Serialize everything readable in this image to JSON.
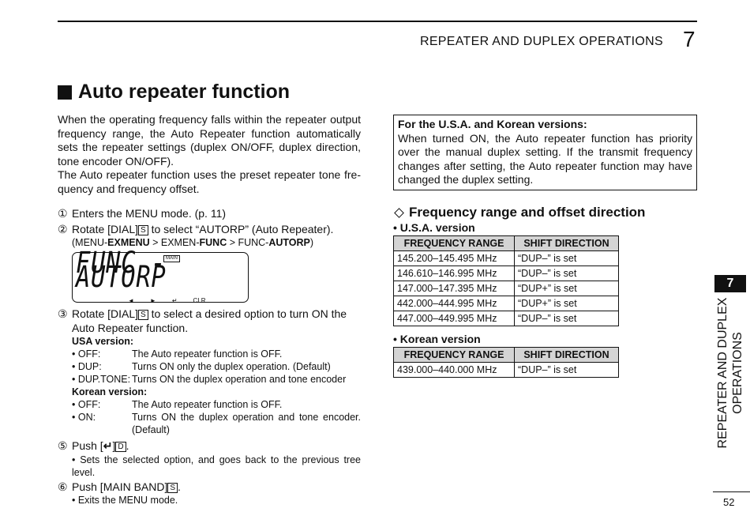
{
  "header": {
    "running_title": "REPEATER AND DUPLEX OPERATIONS",
    "chapter_number": "7"
  },
  "side_tab": {
    "number": "7",
    "line1": "REPEATER AND DUPLEX",
    "line2": "OPERATIONS"
  },
  "page_number": "52",
  "section_title": "Auto repeater function",
  "intro": [
    "When the operating frequency falls within the repeater output frequency range, the Auto Repeater function automatically sets the repeater settings (duplex ON/OFF, duplex direction, tone encoder ON/OFF).",
    "The Auto repeater function uses the preset repeater tone fre-quency and frequency offset."
  ],
  "steps": {
    "s1": {
      "num": "①",
      "text": "Enters the MENU mode. (p. 11)"
    },
    "s2": {
      "num": "②",
      "text_a": "Rotate [DIAL]",
      "key": "S",
      "text_b": " to select “AUTORP” (Auto Repeater).",
      "path_a": "(MENU-",
      "path_b": "EXMENU",
      "path_c": " > EXMEN-",
      "path_d": "FUNC",
      "path_e": " > FUNC-",
      "path_f": "AUTORP",
      "path_g": ")"
    },
    "lcd": {
      "text": "FUNC - AUTORP",
      "tag": "MAIN",
      "keys": [
        "◄",
        "►",
        "↵",
        "CLR"
      ]
    },
    "s3": {
      "num": "③",
      "text_a": "Rotate [DIAL]",
      "key": "S",
      "text_b": " to select a desired option to turn ON the Auto Repeater function."
    },
    "usa_label": "USA version:",
    "usa_options": [
      {
        "k": "• OFF:",
        "v": "The Auto repeater function is OFF."
      },
      {
        "k": "• DUP:",
        "v": "Turns ON only the duplex operation. (Default)"
      },
      {
        "k": "• DUP.TONE:",
        "v": "Turns ON the duplex operation and tone encoder"
      }
    ],
    "korean_label": "Korean version:",
    "korean_options": [
      {
        "k": "• OFF:",
        "v": "The Auto repeater function is OFF."
      },
      {
        "k": "• ON:",
        "v": "Turns ON the duplex operation and tone encoder. (Default)"
      }
    ],
    "s5": {
      "num": "⑤",
      "text_a": "Push [",
      "glyph": "↵",
      "text_b": "]",
      "key": "D",
      "text_c": ".",
      "bullet": "• Sets the selected option, and goes back to the previous tree level."
    },
    "s6": {
      "num": "⑥",
      "text_a": "Push [MAIN BAND]",
      "key": "S",
      "text_b": ".",
      "bullet": "• Exits the MENU mode."
    }
  },
  "notice": {
    "heading": "For the U.S.A. and Korean versions:",
    "body": "When turned ON, the Auto repeater function has priority over the manual duplex setting. If the transmit frequency changes after setting, the Auto repeater function may have changed the duplex setting."
  },
  "freq_section": {
    "title": "Frequency range and offset direction",
    "usa_label": "• U.S.A. version",
    "korea_label": "• Korean version",
    "col_range": "FREQUENCY RANGE",
    "col_shift": "SHIFT DIRECTION",
    "usa_rows": [
      {
        "range": "145.200–145.495 MHz",
        "shift": "“DUP–” is set"
      },
      {
        "range": "146.610–146.995 MHz",
        "shift": "“DUP–” is set"
      },
      {
        "range": "147.000–147.395 MHz",
        "shift": "“DUP+” is set"
      },
      {
        "range": "442.000–444.995 MHz",
        "shift": "“DUP+” is set"
      },
      {
        "range": "447.000–449.995 MHz",
        "shift": "“DUP–” is set"
      }
    ],
    "korea_rows": [
      {
        "range": "439.000–440.000 MHz",
        "shift": "“DUP–” is set"
      }
    ]
  }
}
